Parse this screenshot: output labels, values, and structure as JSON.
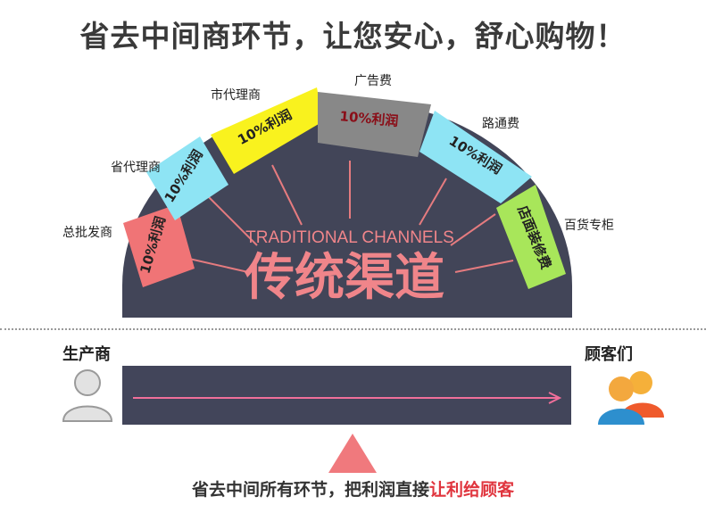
{
  "title": "省去中间商环节，让您安心，舒心购物！",
  "dome": {
    "english": "TRADITIONAL CHANNELS",
    "chinese": "传统渠道",
    "bg_color": "#424558"
  },
  "segments": [
    {
      "label": "总批发商",
      "text": "10%利润",
      "color": "#f07476"
    },
    {
      "label": "省代理商",
      "text": "10%利润",
      "color": "#8ee4f4"
    },
    {
      "label": "市代理商",
      "text": "10%利润",
      "color": "#f9f21e"
    },
    {
      "label": "广告费",
      "text": "10%利润",
      "color": "#888888"
    },
    {
      "label": "路通费",
      "text": "10%利润",
      "color": "#8ee4f4"
    },
    {
      "label": "百货专柜",
      "text": "店面装修费",
      "color": "#a8e65a"
    }
  ],
  "flow": {
    "producer": "生产商",
    "customers": "顾客们"
  },
  "footer": {
    "text": "省去中间所有环节，把利润直接",
    "highlight": "让利给顾客"
  }
}
